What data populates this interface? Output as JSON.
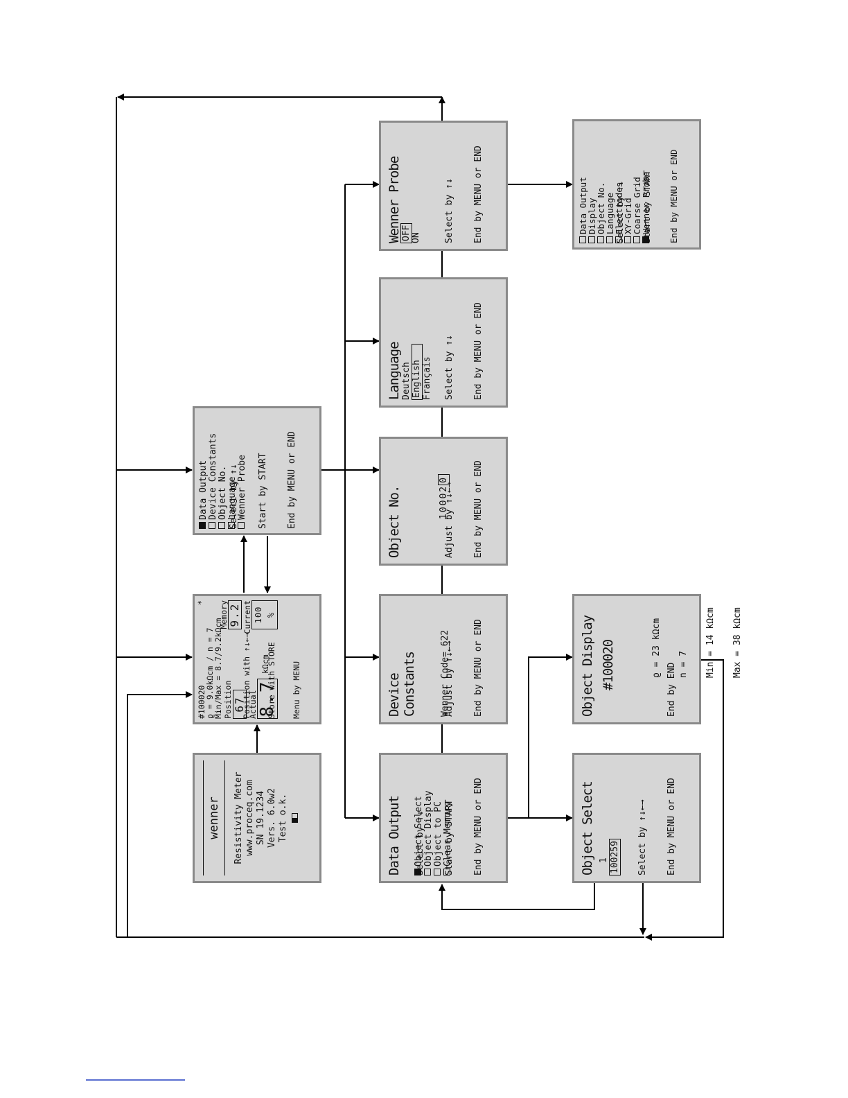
{
  "screens": {
    "startup": {
      "brand": "wenner",
      "lines": [
        "Resistivity Meter",
        "www.proceq.com",
        "SN 19.1234",
        "Vers. 6.0w2",
        "Test o.k."
      ]
    },
    "measure": {
      "object": "#100020",
      "rho_line": "ϱ = 9.0kΩcm / n = 7",
      "minmax": "Min/Max = 8.7/9.2kΩcm",
      "star": "*",
      "position_label": "Position",
      "position_value": "67",
      "memory_label": "Memory",
      "memory_value": "9.2",
      "actual_label": "Actual",
      "actual_value": "8.7",
      "unit": "kΩcm",
      "current_label": "Current",
      "current_value": "100 %",
      "footer": [
        "Position with ↑↓←→",
        "Store with STORE",
        "Menu by MENU"
      ]
    },
    "main_menu": {
      "items": [
        "Data Output",
        "Device Constants",
        "Object No.",
        "Language",
        "Wenner Probe"
      ],
      "footer": [
        "Select by ↑↓",
        "Start by START",
        "End by MENU or END"
      ]
    },
    "data_output": {
      "title": "Data Output",
      "items": [
        "Object Select",
        "Object Display",
        "Object to PC",
        "Clear Memory"
      ],
      "footer": [
        "Select by ↑↓",
        "Start by START",
        "End by MENU or END"
      ]
    },
    "device_constants": {
      "title": "Device Constants",
      "code_line": "Wenner Code= 622",
      "footer": [
        "Adjust by ↑↓←→",
        "End by MENU or END"
      ]
    },
    "object_no": {
      "title": "Object No.",
      "value_prefix": "10002",
      "value_cursor": "0",
      "footer": [
        "Adjust by ↑↓←→",
        "End by MENU or END"
      ]
    },
    "language": {
      "title": "Language",
      "options": [
        "Deutsch",
        "English",
        "Français"
      ],
      "footer": [
        "Select by ↑↓",
        "End by MENU or END"
      ]
    },
    "wenner_probe": {
      "title": "Wenner Probe",
      "options": [
        "OFF",
        "ON"
      ],
      "footer": [
        "Select by ↑↓",
        "End by MENU or END"
      ]
    },
    "menu_extended": {
      "items": [
        "Data Output",
        "Display",
        "Object No.",
        "Language",
        "Electrodes",
        "XY-Grid",
        "Coarse Grid",
        "Wenner Probe"
      ],
      "footer": [
        "Select by ↑↓",
        "Start by START",
        "End by MENU or END"
      ]
    },
    "object_display": {
      "title": "Object Display",
      "object": "#100020",
      "values": [
        "ϱ = 23 kΩcm",
        "n = 7",
        "Min = 14 kΩcm",
        "Max = 38 kΩcm"
      ],
      "footer": [
        "End by END"
      ]
    },
    "object_select": {
      "title": "Object Select",
      "count": "1",
      "object": "100259",
      "footer": [
        "Select by ↑↓←→",
        "End by MENU or END"
      ]
    }
  }
}
